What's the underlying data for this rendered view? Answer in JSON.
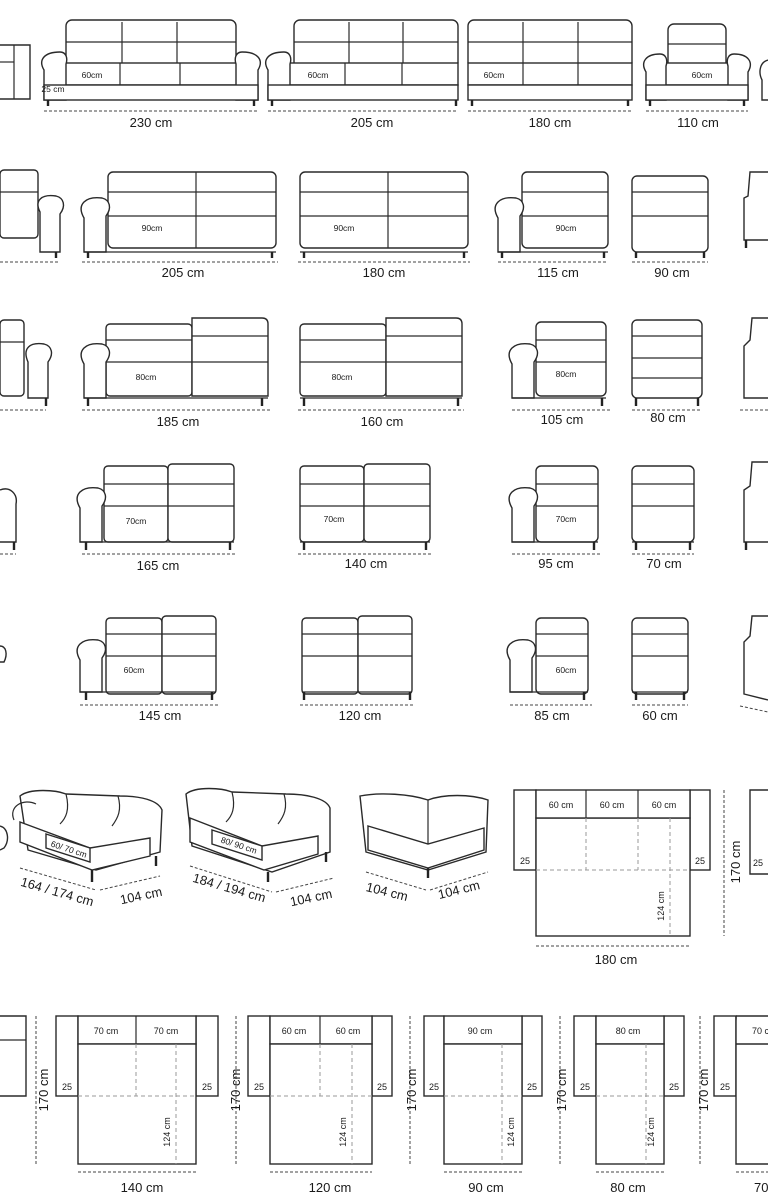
{
  "rows": [
    {
      "seat_label": "60cm",
      "arm_label": "25 cm",
      "modules": [
        {
          "width": "230 cm",
          "seats": 3
        },
        {
          "width": "205 cm",
          "seats": 3
        },
        {
          "width": "180 cm",
          "seats": 3
        },
        {
          "width": "110 cm",
          "seats": 1
        }
      ]
    },
    {
      "seat_label": "90cm",
      "modules": [
        {
          "width": "205 cm",
          "seats": 2
        },
        {
          "width": "180 cm",
          "seats": 2
        },
        {
          "width": "115 cm",
          "seats": 1
        },
        {
          "width": "90 cm",
          "seats": 1
        }
      ]
    },
    {
      "seat_label": "80cm",
      "modules": [
        {
          "width": "185 cm",
          "seats": 2
        },
        {
          "width": "160 cm",
          "seats": 2
        },
        {
          "width": "105 cm",
          "seats": 1
        },
        {
          "width": "80 cm",
          "seats": 1
        }
      ]
    },
    {
      "seat_label": "70cm",
      "modules": [
        {
          "width": "165 cm",
          "seats": 2
        },
        {
          "width": "140 cm",
          "seats": 2
        },
        {
          "width": "95 cm",
          "seats": 1
        },
        {
          "width": "70 cm",
          "seats": 1
        }
      ]
    },
    {
      "seat_label": "60cm",
      "modules": [
        {
          "width": "145 cm",
          "seats": 2
        },
        {
          "width": "120 cm",
          "seats": 2
        },
        {
          "width": "85 cm",
          "seats": 1
        },
        {
          "width": "60 cm",
          "seats": 1
        }
      ]
    }
  ],
  "perspective": [
    {
      "seat_label": "60/ 70 cm",
      "width": "164 / 174 cm",
      "depth": "104 cm"
    },
    {
      "seat_label": "80/ 90 cm",
      "width": "184 / 194 cm",
      "depth": "104 cm"
    },
    {
      "width": "104 cm",
      "depth": "104 cm"
    }
  ],
  "plan_main": {
    "seats": [
      "60 cm",
      "60 cm",
      "60 cm"
    ],
    "arm_left": "25",
    "arm_right": "25",
    "chaise_depth": "124 cm",
    "total_depth": "170 cm",
    "width": "180 cm",
    "partial_arm": "25"
  },
  "plans_bottom": [
    {
      "seats": [
        "70 cm",
        "70 cm"
      ],
      "arm_left": "25",
      "arm_right": "25",
      "chaise_depth": "124 cm",
      "total_depth": "170 cm",
      "width": "140 cm"
    },
    {
      "seats": [
        "60 cm",
        "60 cm"
      ],
      "arm_left": "25",
      "arm_right": "25",
      "chaise_depth": "124 cm",
      "total_depth": "170 cm",
      "width": "120 cm"
    },
    {
      "seats": [
        "90 cm"
      ],
      "arm_left": "25",
      "arm_right": "25",
      "chaise_depth": "124 cm",
      "total_depth": "170 cm",
      "width": "90 cm"
    },
    {
      "seats": [
        "80 cm"
      ],
      "arm_left": "25",
      "arm_right": "25",
      "chaise_depth": "124 cm",
      "total_depth": "170 cm",
      "width": "80 cm"
    },
    {
      "seats": [
        "70 c"
      ],
      "arm_left": "25",
      "total_depth": "170 cm",
      "width": "70"
    }
  ]
}
